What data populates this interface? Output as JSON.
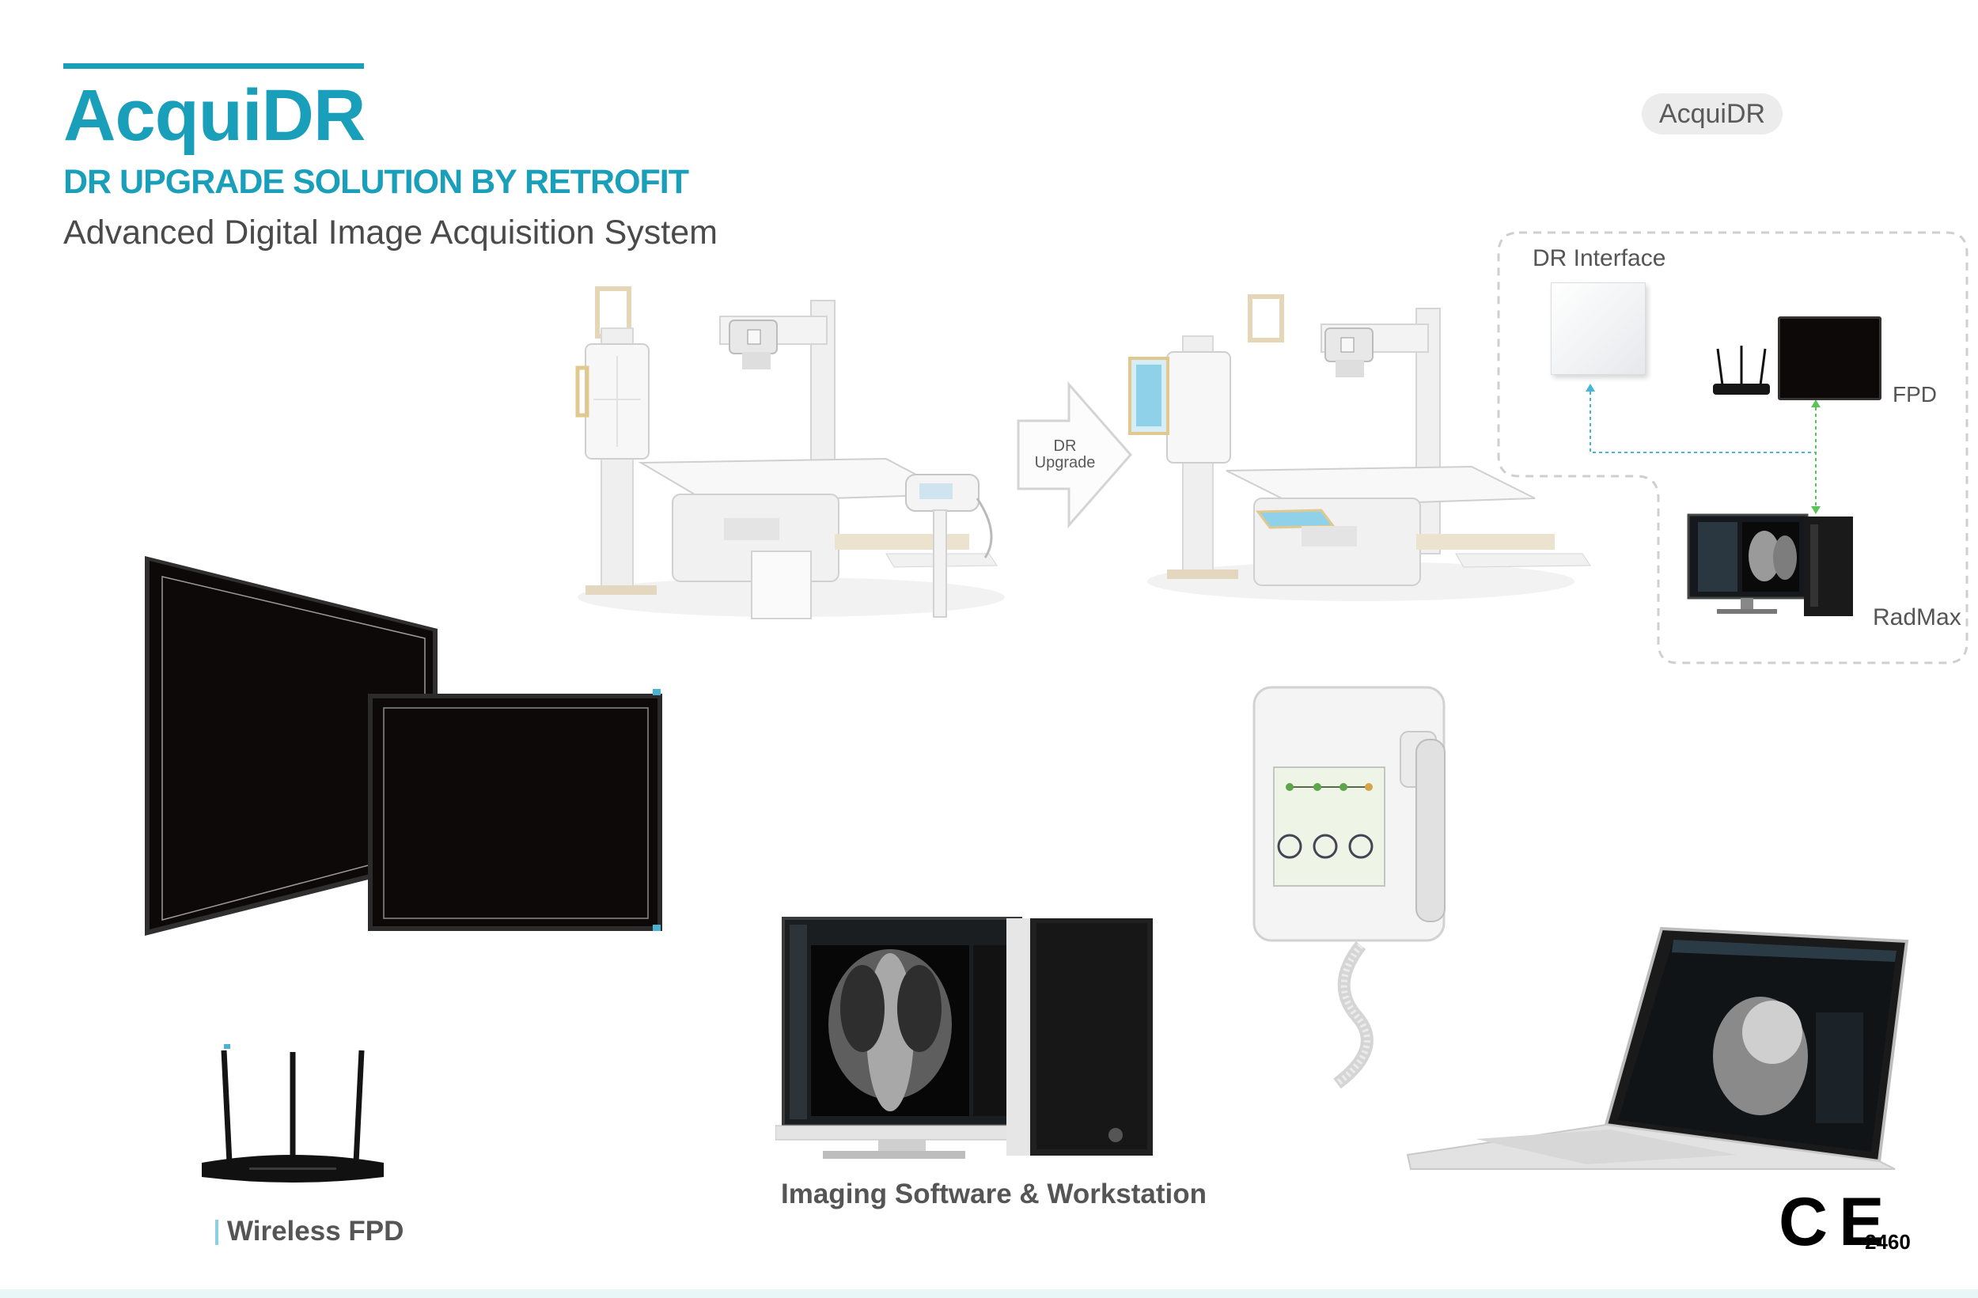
{
  "header": {
    "title": "AcquiDR",
    "subtitle": "DR UPGRADE SOLUTION BY RETROFIT",
    "tagline": "Advanced Digital Image Acquisition System",
    "badge": "AcquiDR"
  },
  "upgrade_arrow": {
    "label": "DR Upgrade"
  },
  "interface_box": {
    "dr_interface_label": "DR Interface",
    "fpd_label": "FPD",
    "radmax_label": "RadMax"
  },
  "captions": {
    "wireless_fpd": "Wireless FPD",
    "imaging_software": "Imaging Software & Workstation"
  },
  "certification": {
    "mark": "CE",
    "number": "2460"
  },
  "colors": {
    "brand": "#1a9fba",
    "text": "#3a3a3a",
    "dashed": "#cfcfcf",
    "arrow_cyan": "#46b6d6",
    "arrow_green": "#5cc35a"
  }
}
